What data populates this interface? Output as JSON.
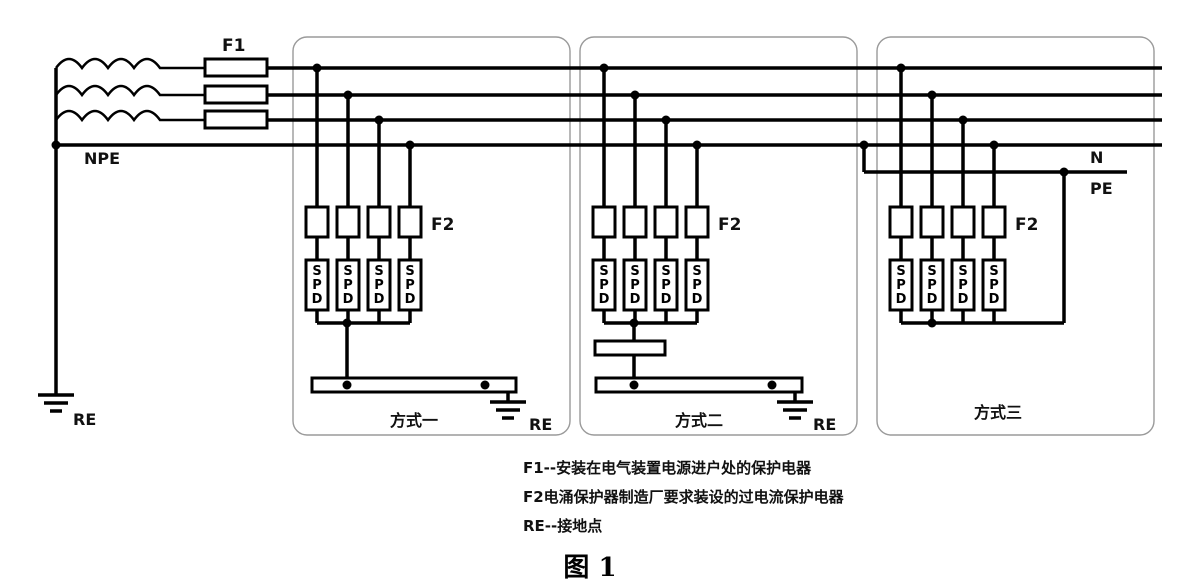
{
  "labels": {
    "f1": "F1",
    "f2": "F2",
    "npe": "NPE",
    "n": "N",
    "pe": "PE",
    "re": "RE",
    "spd_letters": [
      "S",
      "P",
      "D"
    ]
  },
  "panels": [
    {
      "title": "方式一"
    },
    {
      "title": "方式二"
    },
    {
      "title": "方式三"
    }
  ],
  "legend": [
    "F1--安装在电气装置电源进户处的保护电器",
    "F2电涌保护器制造厂要求装设的过电流保护电器",
    "RE--接地点"
  ],
  "caption": "图 1"
}
